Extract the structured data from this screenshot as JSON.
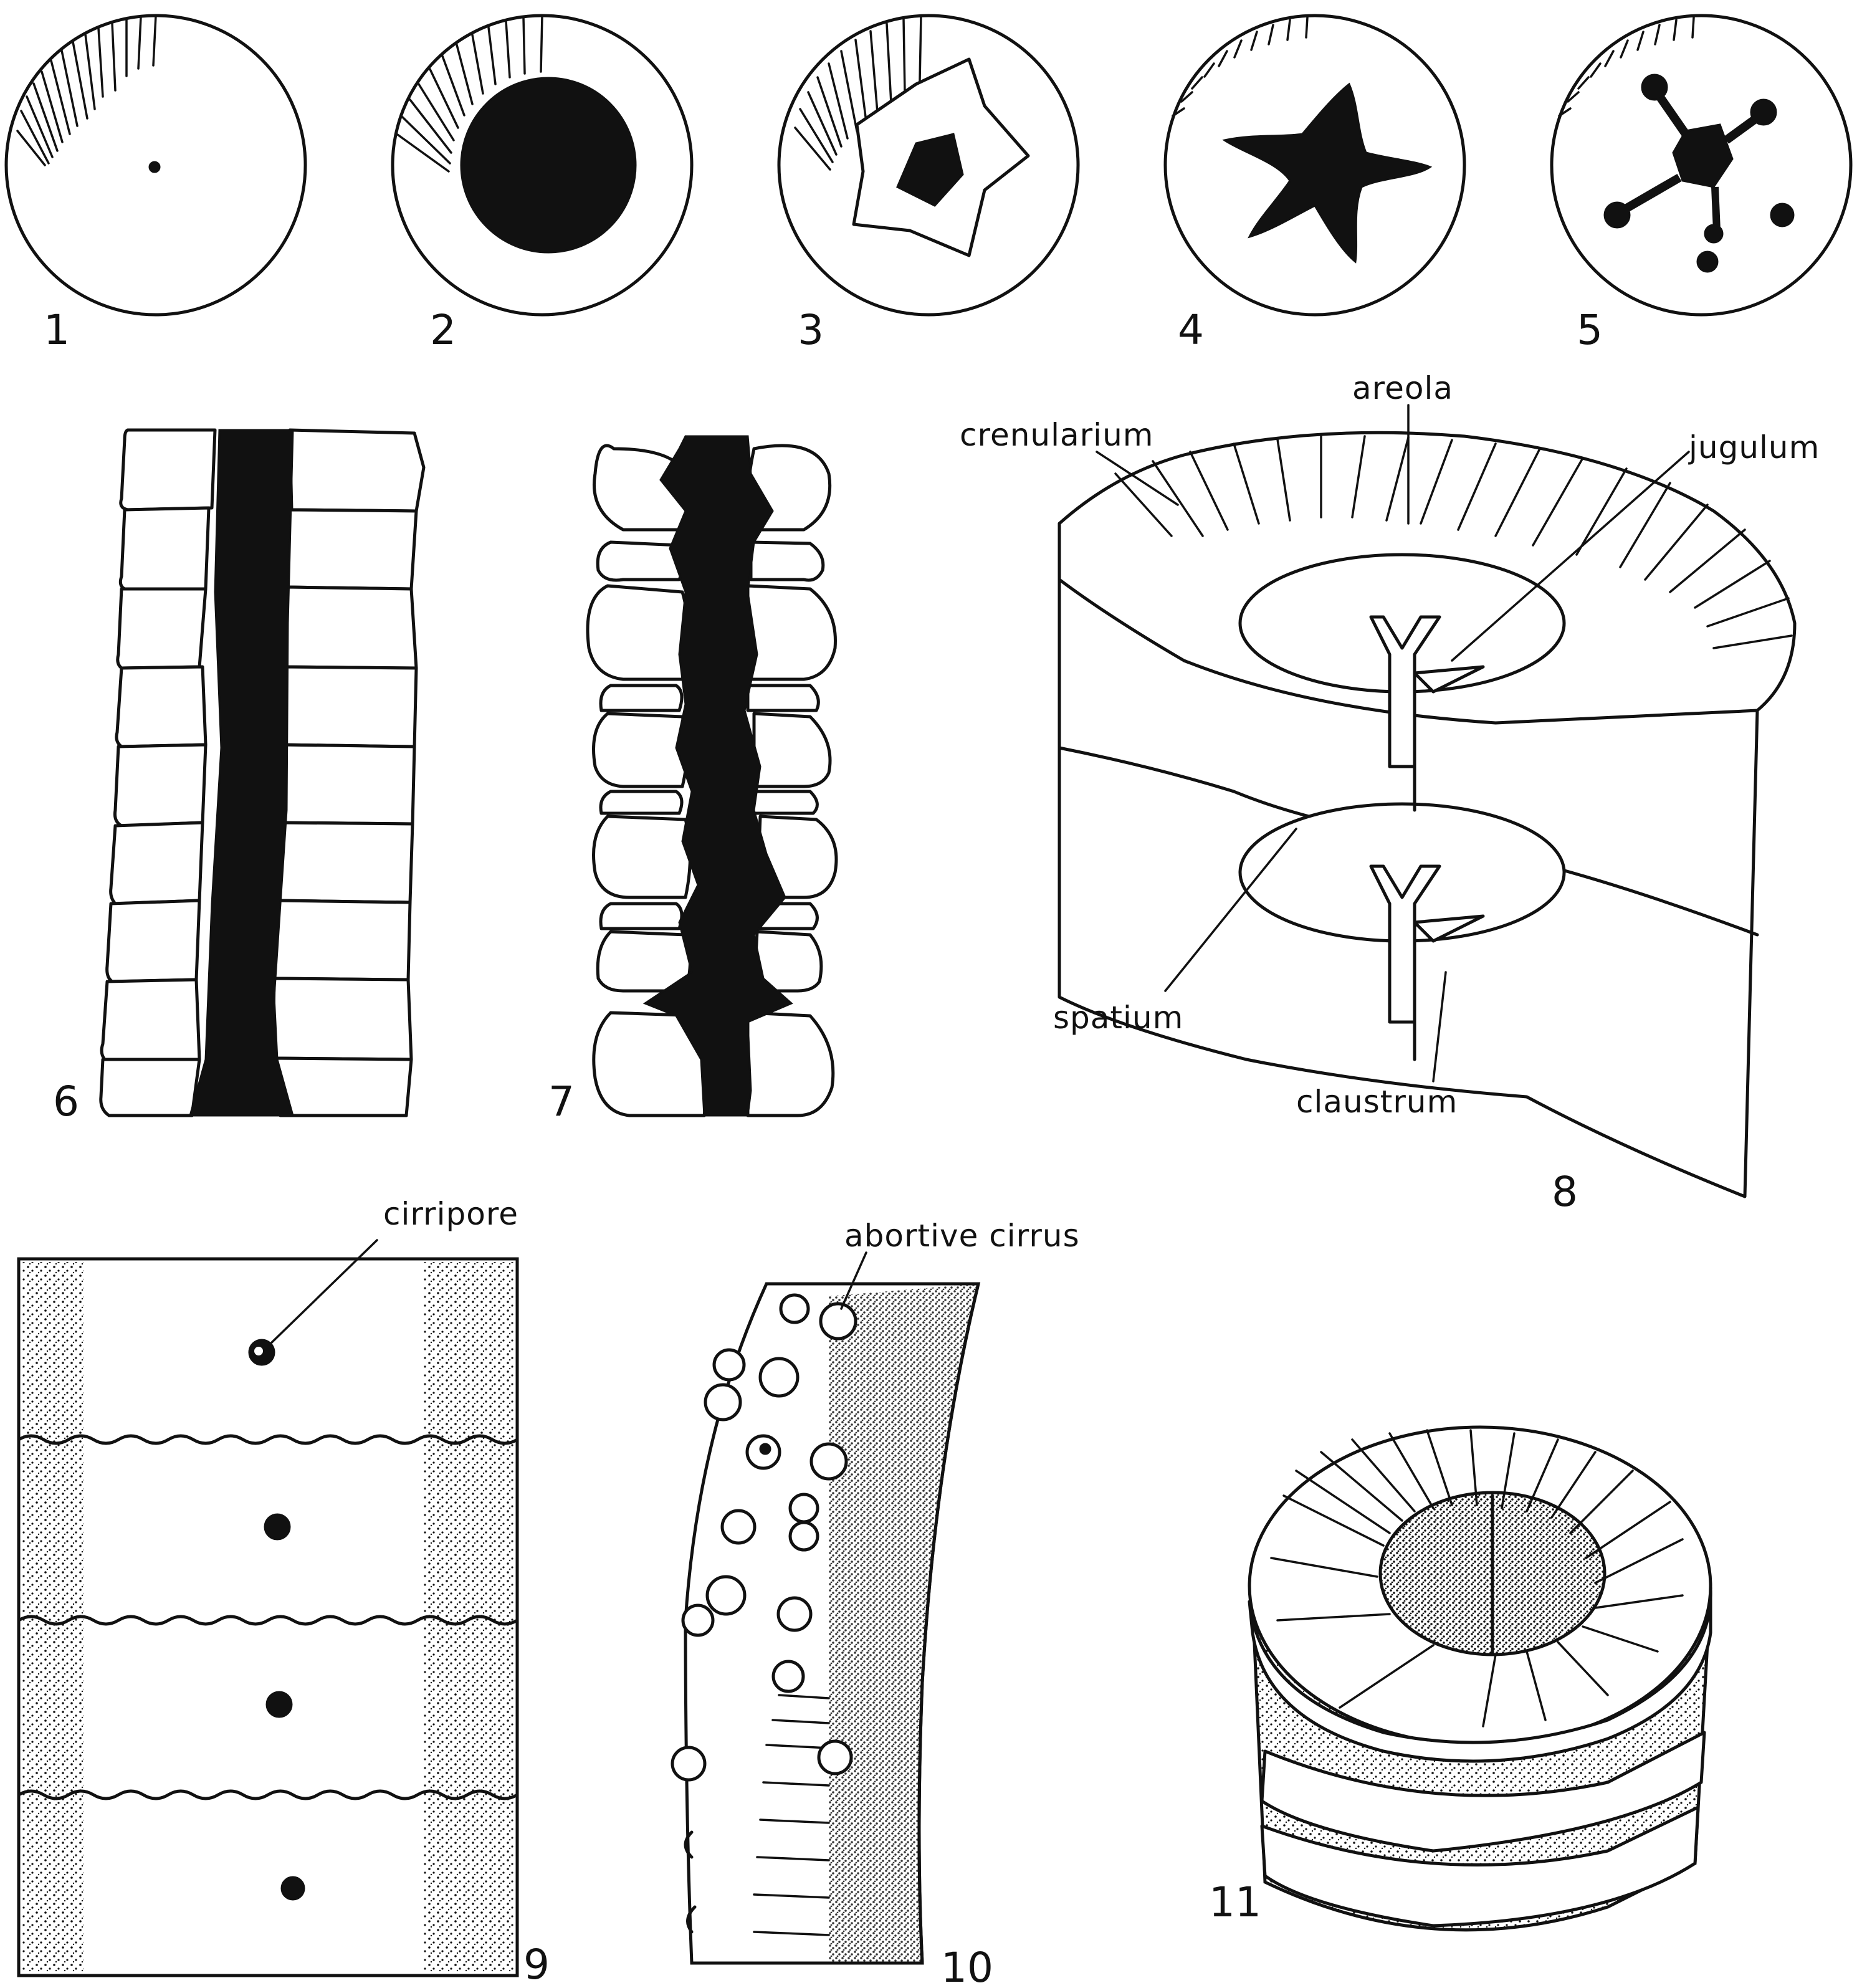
{
  "figure_numbers": [
    "1",
    "2",
    "3",
    "4",
    "5",
    "6",
    "7",
    "8",
    "9",
    "10",
    "11"
  ],
  "terms": {
    "crenularium": "crenularium",
    "areola": "areola",
    "jugulum": "jugulum",
    "spatium": "spatium",
    "claustrum": "claustrum",
    "cirripore": "cirripore",
    "abortive_cirrus": "abortive cirrus"
  },
  "colors": {
    "ink": "#111111",
    "paper": "#ffffff"
  }
}
